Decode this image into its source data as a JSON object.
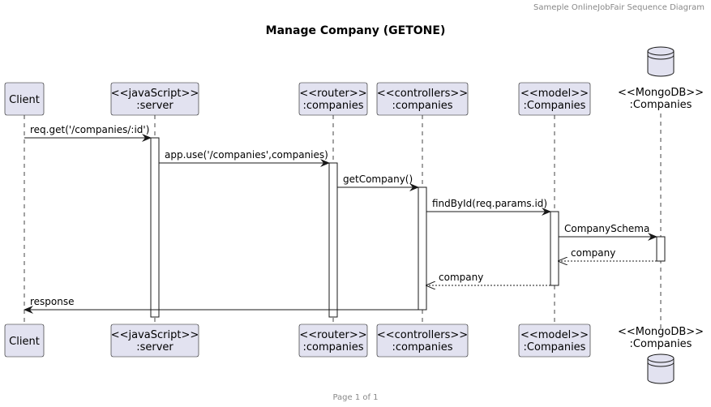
{
  "header": {
    "text": "Sameple OnlineJobFair Sequence Diagram"
  },
  "title": "Manage Company (GETONE)",
  "footer": "Page 1 of 1",
  "participants": [
    {
      "id": "client",
      "lines": [
        "Client"
      ],
      "kind": "participant"
    },
    {
      "id": "server",
      "lines": [
        "<<javaScript>>",
        ":server"
      ],
      "kind": "participant"
    },
    {
      "id": "router",
      "lines": [
        "<<router>>",
        ":companies"
      ],
      "kind": "participant"
    },
    {
      "id": "controllers",
      "lines": [
        "<<controllers>>",
        ":companies"
      ],
      "kind": "participant"
    },
    {
      "id": "model",
      "lines": [
        "<<model>>",
        ":Companies"
      ],
      "kind": "participant"
    },
    {
      "id": "mongodb",
      "lines": [
        "<<MongoDB>>",
        ":Companies"
      ],
      "kind": "database"
    }
  ],
  "messages": [
    {
      "from": "client",
      "to": "server",
      "label": "req.get('/companies/:id')",
      "style": "sync"
    },
    {
      "from": "server",
      "to": "router",
      "label": "app.use('/companies',companies)",
      "style": "sync"
    },
    {
      "from": "router",
      "to": "controllers",
      "label": "getCompany()",
      "style": "sync"
    },
    {
      "from": "controllers",
      "to": "model",
      "label": "findById(req.params.id)",
      "style": "sync"
    },
    {
      "from": "model",
      "to": "mongodb",
      "label": "CompanySchema",
      "style": "sync"
    },
    {
      "from": "mongodb",
      "to": "model",
      "label": "company",
      "style": "return"
    },
    {
      "from": "model",
      "to": "controllers",
      "label": "company",
      "style": "return"
    },
    {
      "from": "controllers",
      "to": "client",
      "label": "response",
      "style": "sync"
    }
  ],
  "colors": {
    "box_fill": "#e2e2f0",
    "box_stroke": "#181818",
    "lifeline": "#181818",
    "arrow": "#181818"
  }
}
